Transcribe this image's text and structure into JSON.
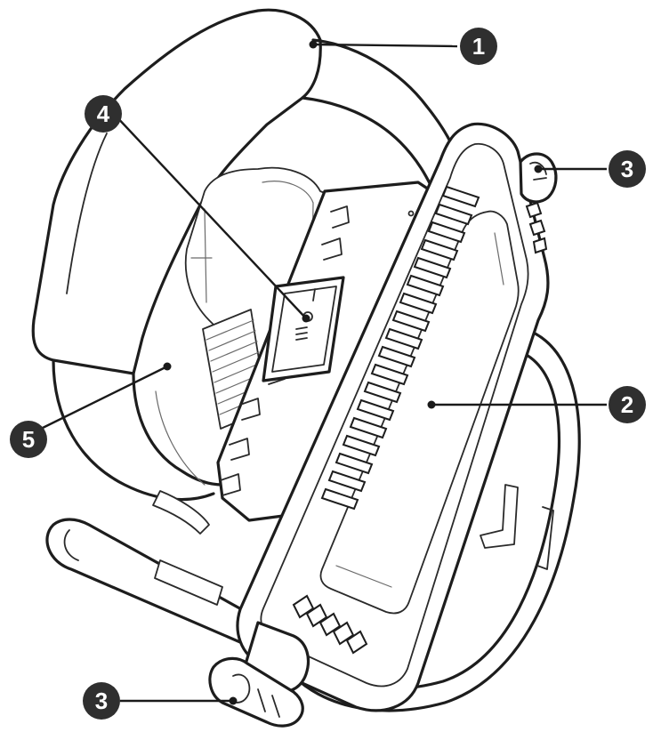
{
  "diagram": {
    "callouts": [
      {
        "id": "c1",
        "label": "1",
        "part": "handle"
      },
      {
        "id": "c2",
        "label": "2",
        "part": "lamp-head"
      },
      {
        "id": "c3a",
        "label": "3",
        "part": "adjustment-knob"
      },
      {
        "id": "c3b",
        "label": "3",
        "part": "adjustment-knob"
      },
      {
        "id": "c4",
        "label": "4",
        "part": "power-switch"
      },
      {
        "id": "c5",
        "label": "5",
        "part": "battery-compartment"
      }
    ],
    "colors": {
      "line": "#1d1d1d",
      "badge": "#2f2f2f",
      "badge_text": "#ffffff",
      "background": "#ffffff"
    }
  }
}
